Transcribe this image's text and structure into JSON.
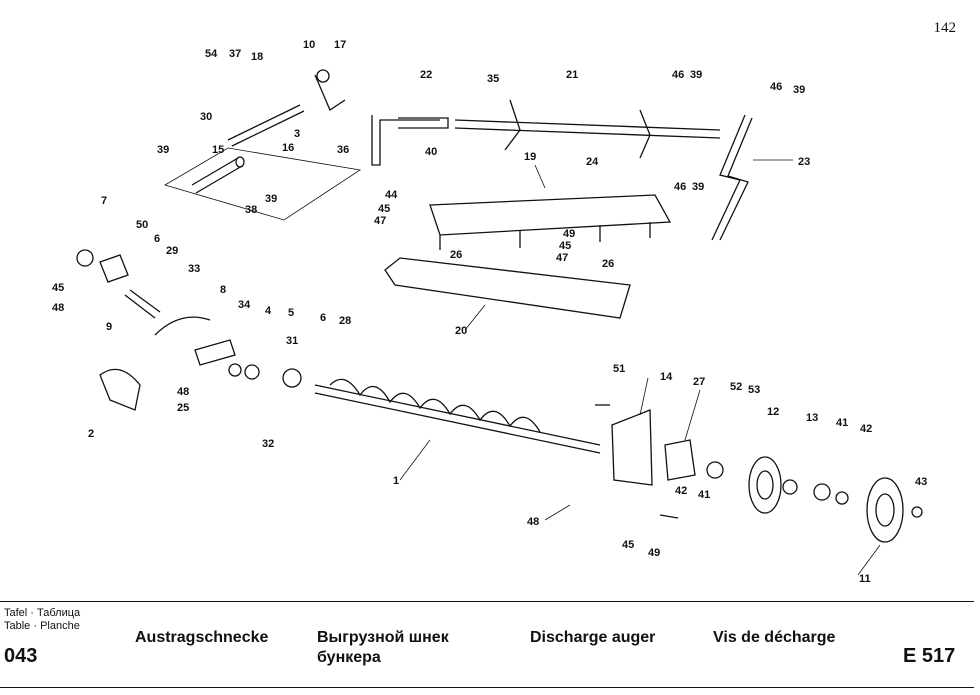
{
  "page_number": "142",
  "part_labels": [
    "1",
    "2",
    "3",
    "4",
    "5",
    "6",
    "6",
    "7",
    "8",
    "9",
    "10",
    "11",
    "12",
    "13",
    "14",
    "15",
    "16",
    "17",
    "18",
    "19",
    "20",
    "21",
    "22",
    "23",
    "24",
    "25",
    "26",
    "26",
    "27",
    "28",
    "29",
    "30",
    "31",
    "32",
    "33",
    "34",
    "35",
    "36",
    "37",
    "38",
    "39",
    "39",
    "39",
    "39",
    "39",
    "40",
    "41",
    "41",
    "42",
    "42",
    "43",
    "44",
    "45",
    "45",
    "45",
    "45",
    "46",
    "46",
    "46",
    "47",
    "47",
    "48",
    "48",
    "48",
    "49",
    "49",
    "50",
    "51",
    "52",
    "53",
    "54"
  ],
  "footer": {
    "tafel_line1": "Tafel · Таблица",
    "tafel_line2": "Table · Planche",
    "plate_number": "043",
    "title_de": "Austragschnecke",
    "title_ru_line1": "Выгрузной шнек",
    "title_ru_line2": "бункера",
    "title_en": "Discharge auger",
    "title_fr": "Vis de décharge",
    "code": "E 517"
  }
}
